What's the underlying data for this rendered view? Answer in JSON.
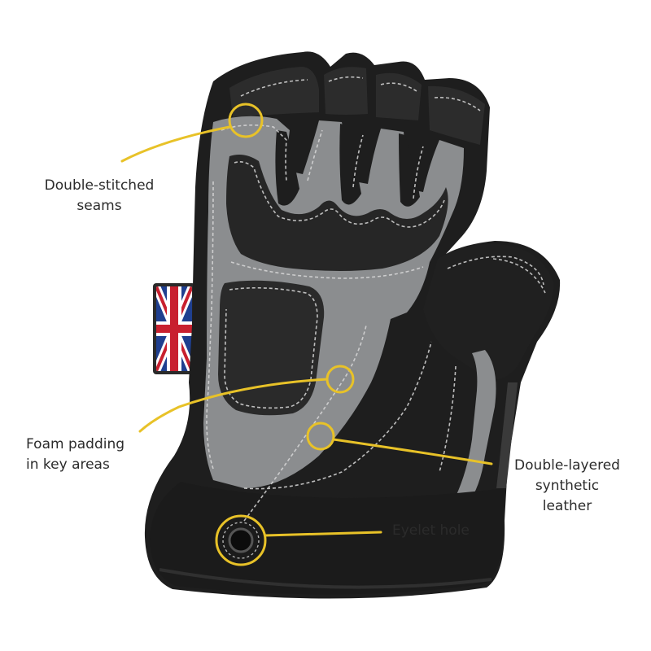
{
  "callouts": {
    "seams": {
      "line1": "Double-stitched",
      "line2": "seams"
    },
    "foam": {
      "line1": "Foam padding",
      "line2": "in key areas"
    },
    "layered": {
      "line1": "Double-layered",
      "line2": "synthetic",
      "line3": "leather"
    },
    "eyelet": {
      "line1": "Eyelet hole"
    }
  },
  "colors": {
    "accent": "#e8c228",
    "label_text": "#2b2b2b",
    "glove_dark": "#1e1e1e",
    "glove_grey": "#8b8d8f",
    "stitch": "#d9d9d9"
  },
  "icons": [
    "union-jack-flag-tag",
    "callout-circle-icon"
  ]
}
